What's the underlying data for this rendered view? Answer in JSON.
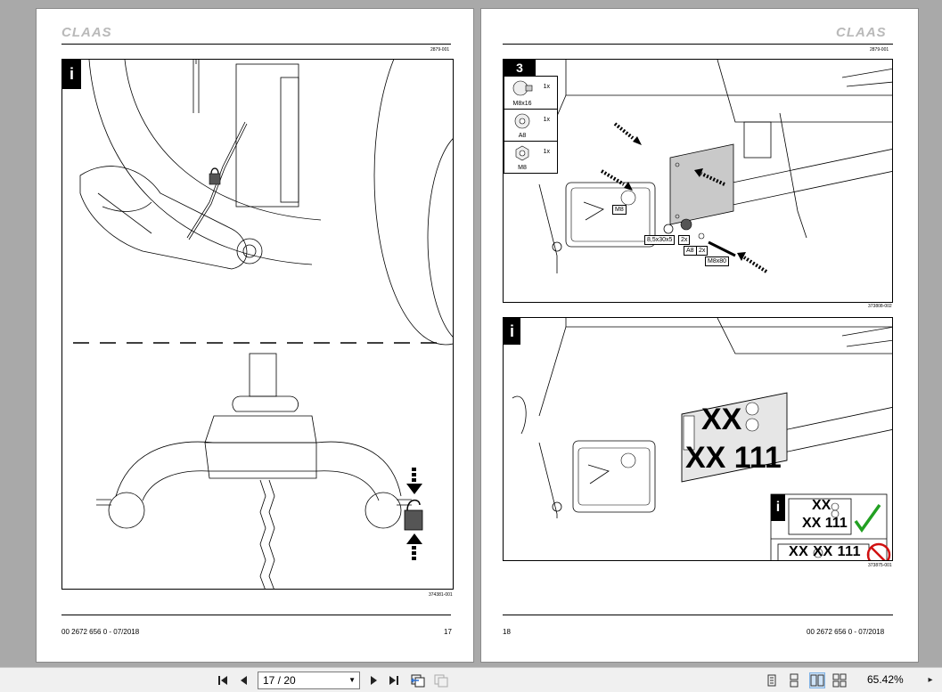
{
  "left_page": {
    "brand": "CLAAS",
    "doc_code": "2879-001",
    "figure_code": "374381-001",
    "footer_docnum": "00 2672 656 0 - 07/2018",
    "page_number": "17",
    "info_badge": "i"
  },
  "right_page": {
    "brand": "CLAAS",
    "doc_code": "2879-001",
    "step_number": "3",
    "parts": [
      {
        "qty": "1x",
        "name": "M8x16"
      },
      {
        "qty": "1x",
        "name": "A8"
      },
      {
        "qty": "1x",
        "name": "M8"
      }
    ],
    "labels": {
      "m8": "M8",
      "washer": "8,5x30x5",
      "washer_qty": "2x",
      "a8": "A8",
      "a8_qty": "2x",
      "bolt": "M8x80"
    },
    "figure1_code": "373808-002",
    "info_badge": "i",
    "plate_line1": "XX",
    "plate_line2": "XX 111",
    "small_plate_line1": "XX",
    "small_plate_line2": "XX 111",
    "wrong_plate": "XX XX 111",
    "figure2_code": "373875-001",
    "footer_docnum": "00 2672 656 0 - 07/2018",
    "page_number": "18"
  },
  "toolbar": {
    "page_indicator": "17 / 20",
    "zoom": "65.42%",
    "menu_arrow": "▸"
  }
}
